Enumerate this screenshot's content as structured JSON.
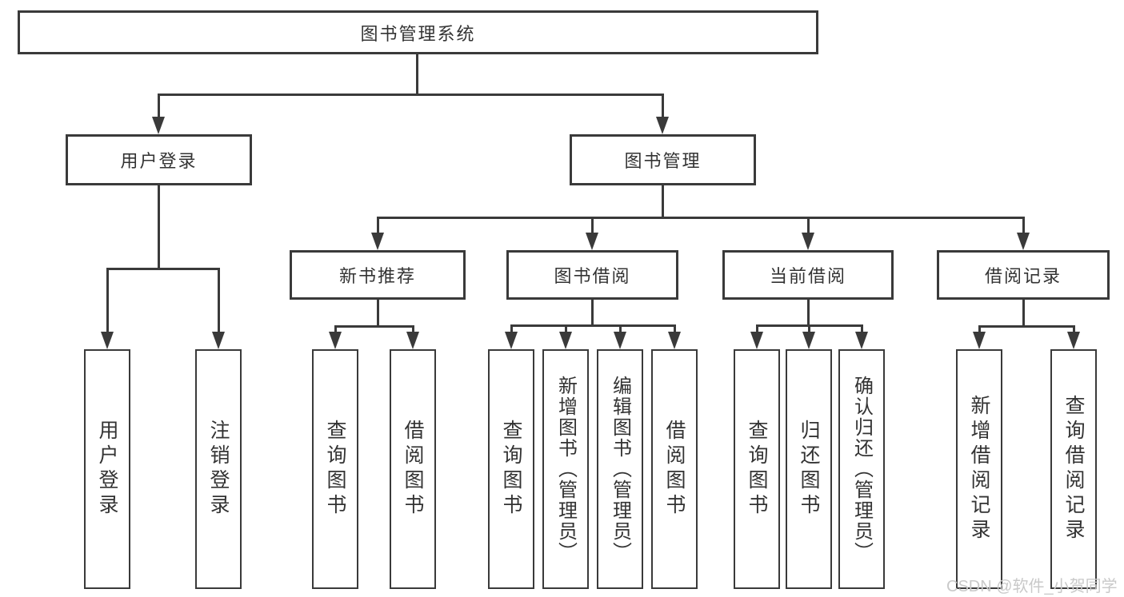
{
  "diagram": {
    "root": {
      "label": "图书管理系统"
    },
    "level2": [
      {
        "label": "用户登录"
      },
      {
        "label": "图书管理"
      }
    ],
    "level3": [
      {
        "label": "新书推荐"
      },
      {
        "label": "图书借阅"
      },
      {
        "label": "当前借阅"
      },
      {
        "label": "借阅记录"
      }
    ],
    "leaves": [
      {
        "label": "用户登录"
      },
      {
        "label": "注销登录"
      },
      {
        "label": "查询图书"
      },
      {
        "label": "借阅图书"
      },
      {
        "label": "查询图书"
      },
      {
        "label": "新增图书（管理员）"
      },
      {
        "label": "编辑图书（管理员）"
      },
      {
        "label": "借阅图书"
      },
      {
        "label": "查询图书"
      },
      {
        "label": "归还图书"
      },
      {
        "label": "确认归还（管理员）"
      },
      {
        "label": "新增借阅记录"
      },
      {
        "label": "查询借阅记录"
      }
    ],
    "watermark": "CSDN @软件_小贺同学",
    "colors": {
      "line": "#3a3a3a",
      "text": "#333333",
      "watermark": "#c9c9c9",
      "background": "#ffffff"
    }
  }
}
